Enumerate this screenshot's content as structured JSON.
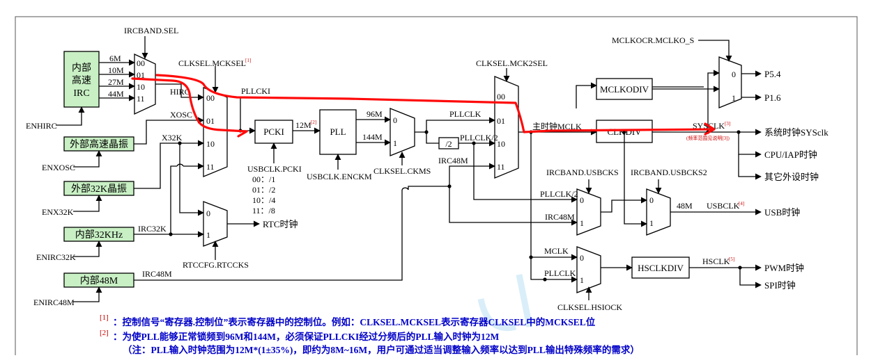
{
  "mux_inputs": {
    "ircband": [
      "00",
      "01",
      "10",
      "11"
    ],
    "mcksel": [
      "00",
      "01",
      "10",
      "11"
    ],
    "mck2sel": [
      "00",
      "01",
      "10",
      "11"
    ],
    "two": [
      "0",
      "1"
    ]
  },
  "freq": {
    "f6m": "6M",
    "f10m": "10M",
    "f27m": "27M",
    "f44m": "44M",
    "f12m": "12M",
    "f96m": "96M",
    "f144m": "144M",
    "f48m": "48M"
  },
  "sources": {
    "irc": [
      "内部",
      "高速",
      "IRC"
    ],
    "xosc": "外部高速晶振",
    "x32k": "外部32K晶振",
    "irc32k": "内部32KHz",
    "irc48m": "内部48M"
  },
  "enables": {
    "enhirc": "ENHIRC",
    "enxosc": "ENXOSC",
    "enx32k": "ENX32K",
    "enirc32k": "ENIRC32K",
    "enirc48m": "ENIRC48M"
  },
  "controls": {
    "ircband_sel": "IRCBAND.SEL",
    "mcksel": "CLKSEL.MCKSEL",
    "mck2sel": "CLKSEL.MCK2SEL",
    "ckms": "CLKSEL.CKMS",
    "pcki": "USBCLK.PCKI",
    "enckm": "USBCLK.ENCKM",
    "rtccks": "RTCCFG.RTCCKS",
    "usbcks": "IRCBAND.USBCKS",
    "usbcks2": "IRCBAND.USBCKS2",
    "hsiock": "CLKSEL.HSIOCK",
    "mclkocr": "MCLKOCR.MCLKO_S"
  },
  "pcki_options": [
    "00：/1",
    "01：/2",
    "10：/4",
    "11：/8"
  ],
  "blocks": {
    "pcki": "PCKI",
    "pll": "PLL",
    "div2": "/2",
    "mclkodiv": "MCLKODIV",
    "clkdiv": "CLKDIV",
    "hsclkdiv": "HSCLKDIV"
  },
  "signals": {
    "hirc": "HIRC",
    "xosc": "XOSC",
    "x32k": "X32K",
    "irc32k": "IRC32K",
    "irc48m": "IRC48M",
    "pllcki": "PLLCKI",
    "pllclk": "PLLCLK",
    "pllclk2": "PLLCLK/2",
    "mclk": "MCLK",
    "main_clk": "主时钟MCLK",
    "sysclk": "SYSCLK",
    "usbclk": "USBCLK",
    "hsclk": "HSCLK",
    "sysclk_note": "(频率范围见说明[3])"
  },
  "refs": {
    "r1": "[1]",
    "r2": "[2]",
    "r3": "[3]",
    "r4": "[4]",
    "r5": "[5]"
  },
  "outputs": {
    "p54": "P5.4",
    "p16": "P1.6",
    "sysclk": "系统时钟SYSclk",
    "cpu": "CPU/IAP时钟",
    "other": "其它外设时钟",
    "usb": "USB时钟",
    "rtc": "RTC时钟",
    "pwm": "PWM时钟",
    "spi": "SPI时钟"
  },
  "notes": {
    "n1_ref": "[1]",
    "n1": "：控制信号“寄存器.控制位”表示寄存器中的控制位。例如：CLKSEL.MCKSEL表示寄存器CLKSEL中的MCKSEL位",
    "n2_ref": "[2]",
    "n2": "：为使PLL能够正常锁频到96M和144M，必须保证PLLCKI经过分频后的PLL输入时钟为12M",
    "n3": "（注：PLL输入时钟范围为12M*(1±35%)，即约为8M~16M，用户可通过适当调整输入频率以达到PLL输出特殊频率的需求）"
  },
  "colors": {
    "source_fill": "#c8f0c4",
    "annotation": "#ff0a0a",
    "note_text": "#0000c8",
    "ref": "#d00000"
  }
}
